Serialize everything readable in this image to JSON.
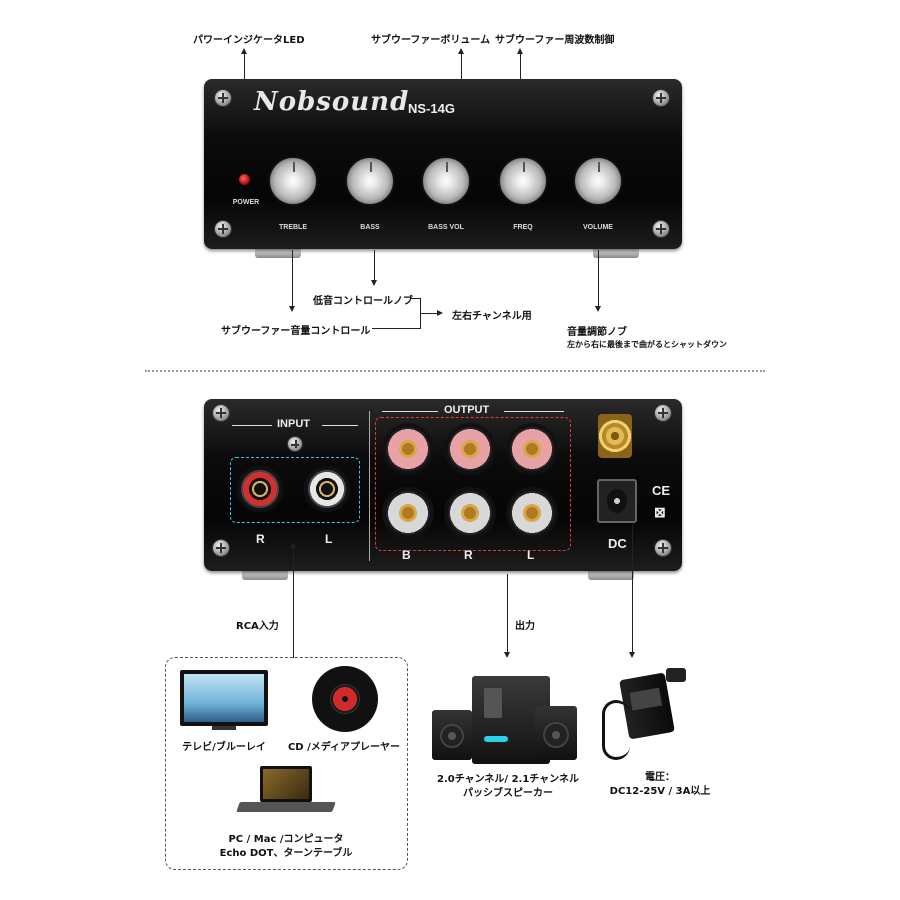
{
  "annotations": {
    "power_led": "パワーインジケータLED",
    "sub_volume": "サブウーファーボリューム",
    "sub_freq": "サブウーファー周波数制御",
    "bass_knob": "低音コントロールノブ",
    "lr_channel": "左右チャンネル用",
    "treble_knob": "サブウーファー音量コントロール",
    "volume_knob": "音量調節ノブ",
    "volume_note": "左から右に最後まで曲がるとシャットダウン",
    "rca_input": "RCA入力",
    "output": "出力"
  },
  "front_panel": {
    "brand": "Nobsound",
    "model": "NS-14G",
    "power_label": "POWER",
    "knobs": [
      "TREBLE",
      "BASS",
      "BASS VOL",
      "FREQ",
      "VOLUME"
    ]
  },
  "rear_panel": {
    "input_label": "INPUT",
    "output_label": "OUTPUT",
    "input_channels": [
      "R",
      "L"
    ],
    "output_channels": [
      "B",
      "R",
      "L"
    ],
    "dc_label": "DC",
    "ce_mark": "CE"
  },
  "devices": {
    "tv": "テレビ/ブルーレイ",
    "cd": "CD /メディアプレーヤー",
    "pc_line1": "PC / Mac /コンピュータ",
    "pc_line2": "Echo DOT、ターンテーブル"
  },
  "speakers": {
    "line1": "2.0チャンネル/ 2.1チャンネル",
    "line2": "パッシブスピーカー"
  },
  "power_supply": {
    "line1": "電圧：",
    "line2": "DC12-25V / 3A以上"
  }
}
